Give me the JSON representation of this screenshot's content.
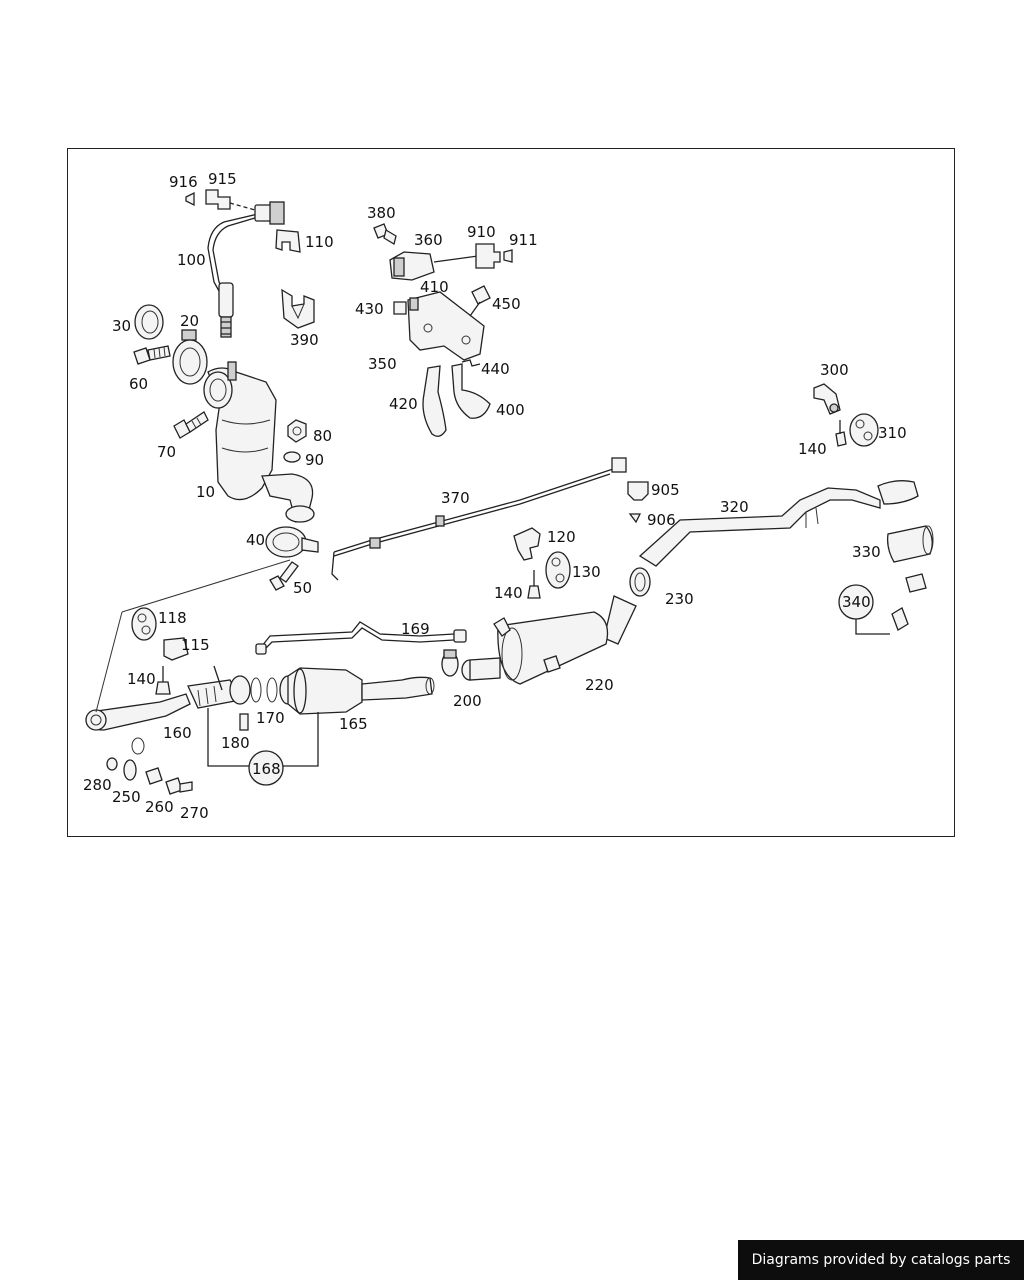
{
  "diagram": {
    "part_labels": [
      "916",
      "915",
      "110",
      "100",
      "380",
      "360",
      "910",
      "911",
      "410",
      "450",
      "430",
      "390",
      "30",
      "20",
      "60",
      "350",
      "440",
      "420",
      "400",
      "300",
      "70",
      "80",
      "90",
      "310",
      "140",
      "10",
      "370",
      "905",
      "906",
      "320",
      "40",
      "120",
      "330",
      "50",
      "130",
      "140",
      "230",
      "340",
      "118",
      "115",
      "169",
      "140",
      "220",
      "200",
      "170",
      "165",
      "160",
      "180",
      "168",
      "280",
      "250",
      "260",
      "270"
    ]
  },
  "footer": {
    "credit": "Diagrams provided by catalogs parts"
  }
}
